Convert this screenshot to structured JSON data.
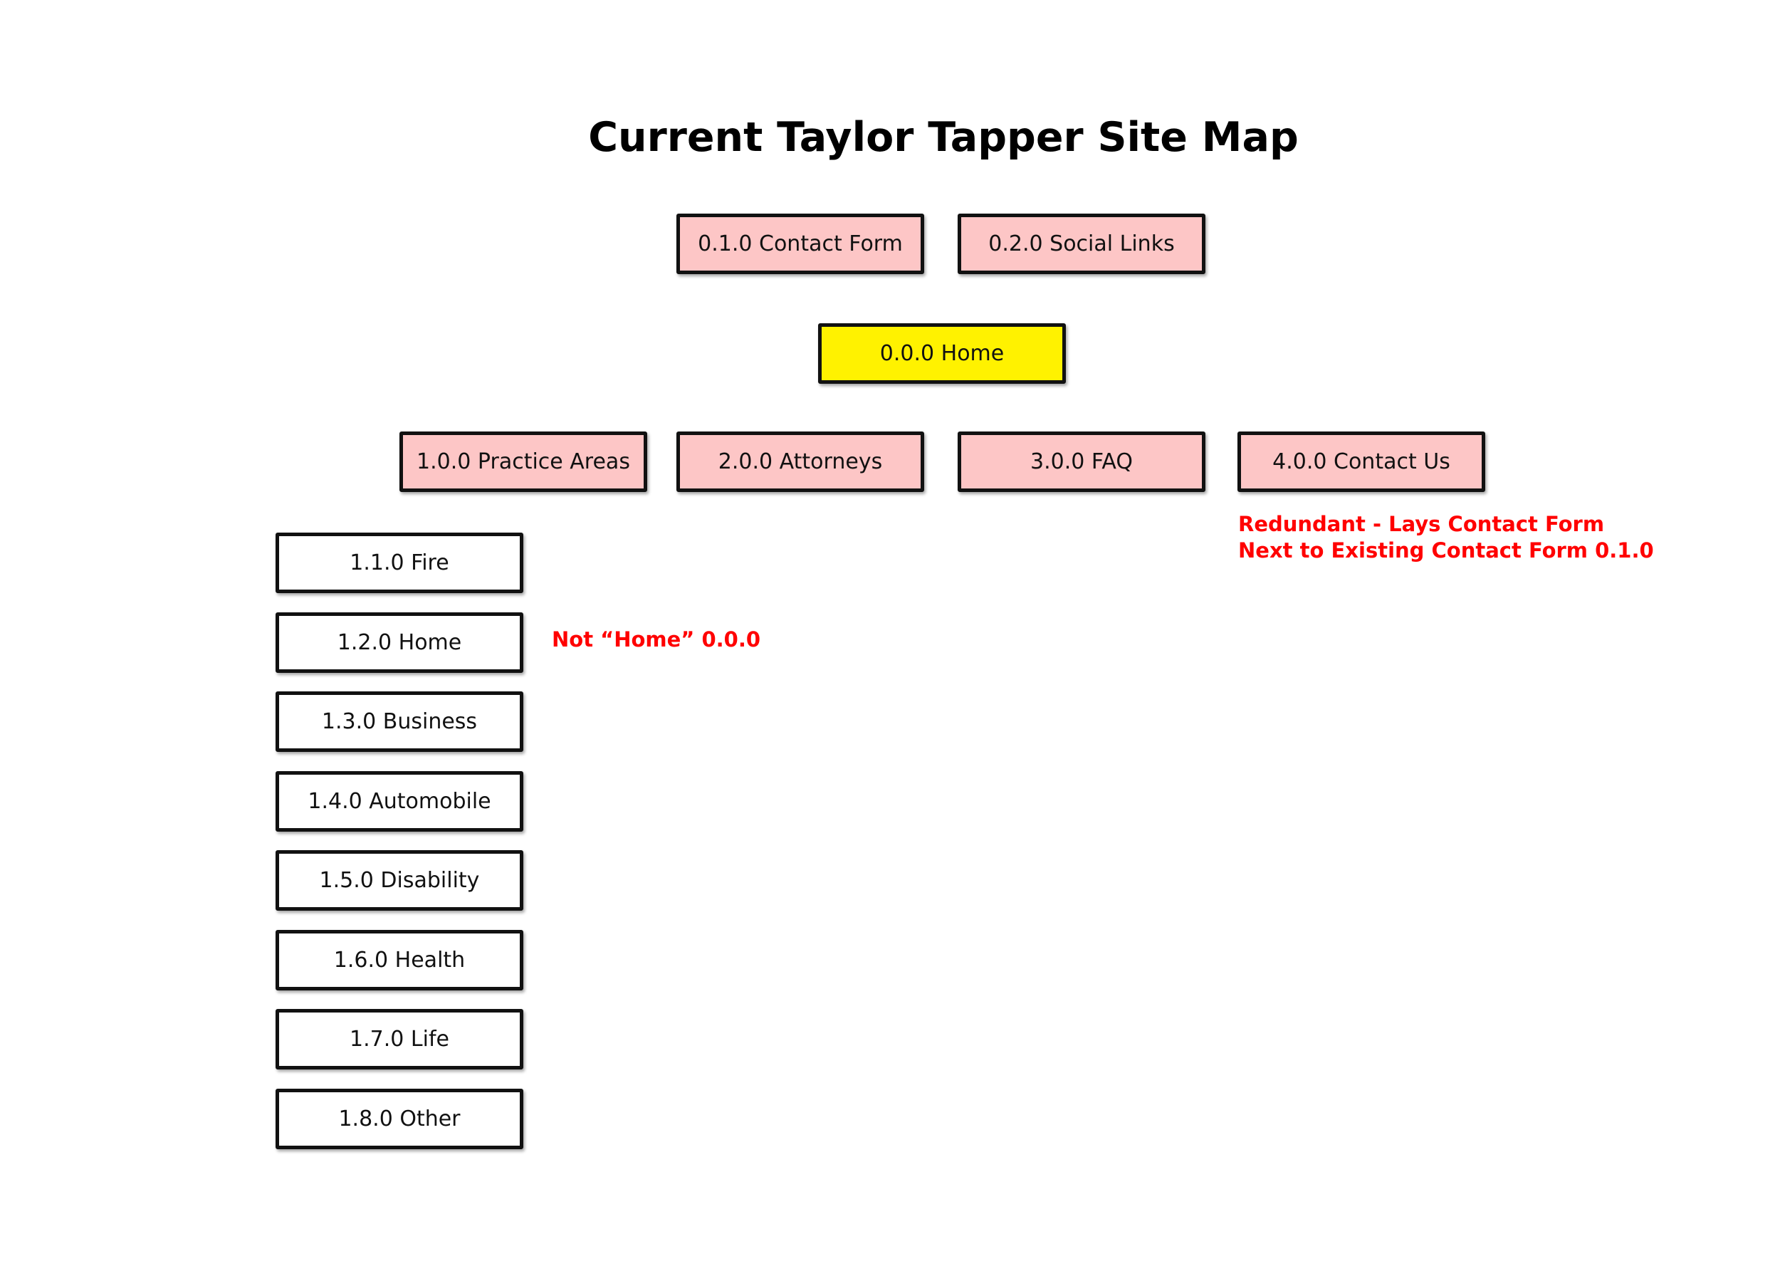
{
  "title": "Current Taylor Tapper Site Map",
  "colors": {
    "pink_node": "#fdc6c6",
    "yellow_node": "#fff200",
    "white_node": "#ffffff",
    "note_text": "#ff0000"
  },
  "utility_nodes": [
    "0.1.0 Contact Form",
    "0.2.0 Social Links"
  ],
  "home_node": "0.0.0 Home",
  "top_level_nodes": [
    "1.0.0 Practice Areas",
    "2.0.0 Attorneys",
    "3.0.0 FAQ",
    "4.0.0 Contact Us"
  ],
  "practice_area_nodes": [
    "1.1.0 Fire",
    "1.2.0 Home",
    "1.3.0 Business",
    "1.4.0 Automobile",
    "1.5.0 Disability",
    "1.6.0 Health",
    "1.7.0 Life",
    "1.8.0 Other"
  ],
  "notes": {
    "contact_us_line1": "Redundant - Lays Contact Form",
    "contact_us_line2": "Next to Existing Contact Form 0.1.0",
    "home_note": "Not “Home” 0.0.0"
  }
}
